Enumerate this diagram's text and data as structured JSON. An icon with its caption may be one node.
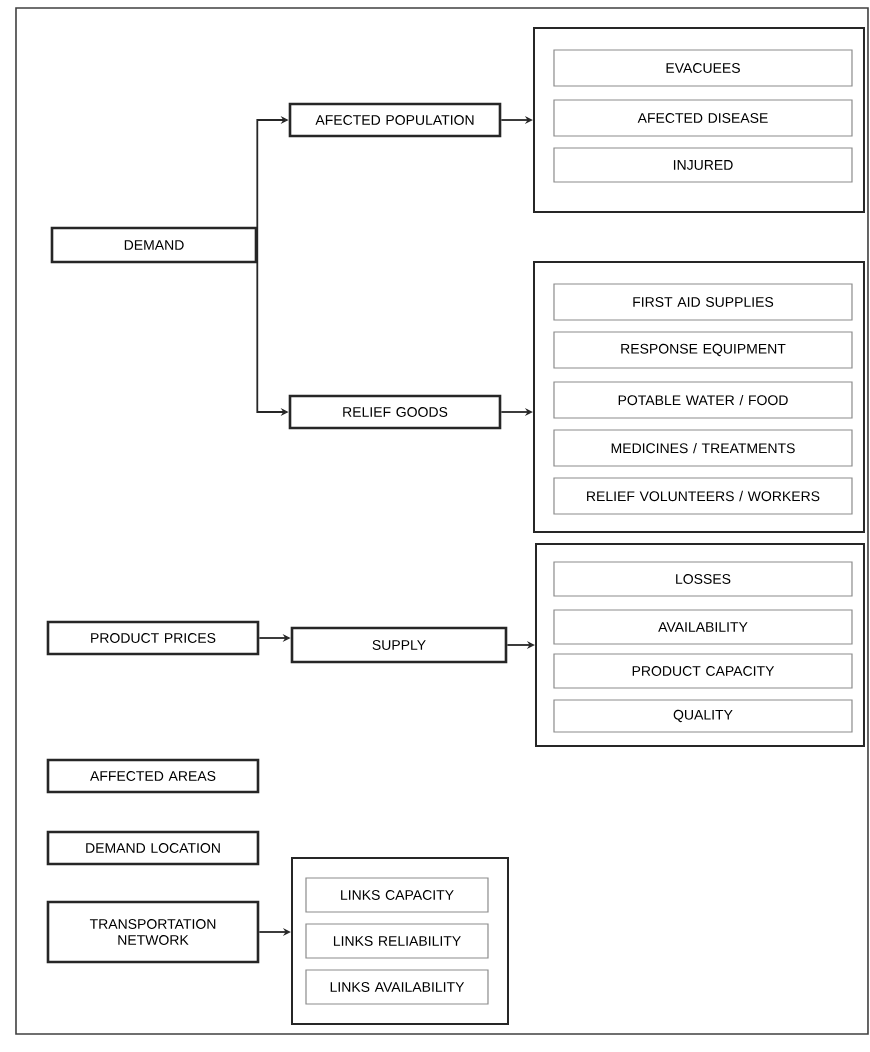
{
  "diagram": {
    "nodes": [
      {
        "text": [],
        "shape": "box"
      },
      {
        "text": [
          "EVACUEES"
        ],
        "in": 0
      },
      {
        "text": [
          "AFECTED DISEASE"
        ],
        "in": 0
      },
      {
        "text": [
          "INJURED"
        ],
        "in": 0
      },
      {
        "text": [
          "AFECTED POPULATION"
        ]
      },
      {
        "text": [
          "DEMAND"
        ]
      },
      {
        "text": [
          "RELIEF GOODS"
        ]
      },
      {
        "text": [],
        "shape": "box"
      },
      {
        "text": [
          "FIRST AID SUPPLIES"
        ],
        "in": 7
      },
      {
        "text": [
          "RESPONSE EQUIPMENT"
        ],
        "in": 7
      },
      {
        "text": [
          "POTABLE WATER / FOOD"
        ],
        "in": 7
      },
      {
        "text": [
          "MEDICINES / TREATMENTS"
        ],
        "in": 7
      },
      {
        "text": [
          "RELIEF VOLUNTEERS / WORKERS"
        ],
        "in": 7
      },
      {
        "text": [
          "PRODUCT PRICES"
        ]
      },
      {
        "text": [
          "SUPPLY"
        ]
      },
      {
        "text": [],
        "shape": "box"
      },
      {
        "text": [
          "LOSSES"
        ],
        "in": 15
      },
      {
        "text": [
          "AVAILABILITY"
        ],
        "in": 15
      },
      {
        "text": [
          "PRODUCT CAPACITY"
        ],
        "in": 15
      },
      {
        "text": [
          "QUALITY"
        ],
        "in": 15
      },
      {
        "text": [
          "AFFECTED AREAS"
        ]
      },
      {
        "text": [
          "DEMAND LOCATION"
        ]
      },
      {
        "text": [
          "TRANSPORTATION NETWORK"
        ]
      },
      {
        "text": [],
        "shape": "box"
      },
      {
        "text": [
          "LINKS CAPACITY"
        ],
        "in": 23
      },
      {
        "text": [
          "LINKS RELIABILITY"
        ],
        "in": 23
      },
      {
        "text": [
          "LINKS AVAILABILITY"
        ],
        "in": 23
      }
    ],
    "edges": [
      {
        "from": 5,
        "to": 4,
        "arrow": "to"
      },
      {
        "from": 5,
        "to": 6,
        "arrow": "to"
      },
      {
        "from": 4,
        "to": 0,
        "arrow": "to"
      },
      {
        "from": 6,
        "to": 7,
        "arrow": "to"
      },
      {
        "from": 13,
        "to": 14,
        "arrow": "to"
      },
      {
        "from": 14,
        "to": 15,
        "arrow": "to"
      },
      {
        "from": 22,
        "to": 23,
        "arrow": "to"
      }
    ]
  }
}
